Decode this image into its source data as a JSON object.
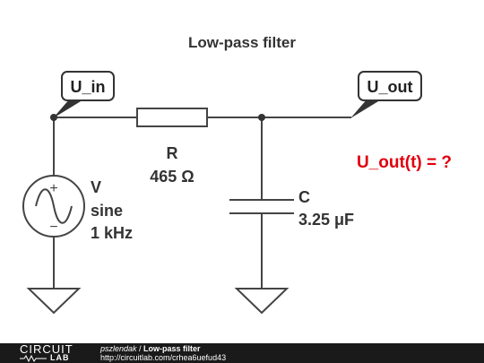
{
  "diagram": {
    "title": "Low-pass filter",
    "nodes": {
      "input": "U_in",
      "output": "U_out"
    },
    "source": {
      "name": "V",
      "type": "sine",
      "frequency": "1 kHz",
      "plus": "+",
      "minus": "−"
    },
    "resistor": {
      "name": "R",
      "value": "465 Ω"
    },
    "capacitor": {
      "name": "C",
      "value": "3.25 μF"
    },
    "question": "U_out(t) = ?"
  },
  "colors": {
    "wire": "#444444",
    "question": "#e0000f",
    "footer": "#1a1a1a"
  },
  "footer": {
    "logo_top": "CIRCUIT",
    "logo_bottom": "LAB",
    "author": "pszlendak",
    "separator": " / ",
    "circuit_title": "Low-pass filter",
    "url": "http://circuitlab.com/crhea6uefud43"
  }
}
